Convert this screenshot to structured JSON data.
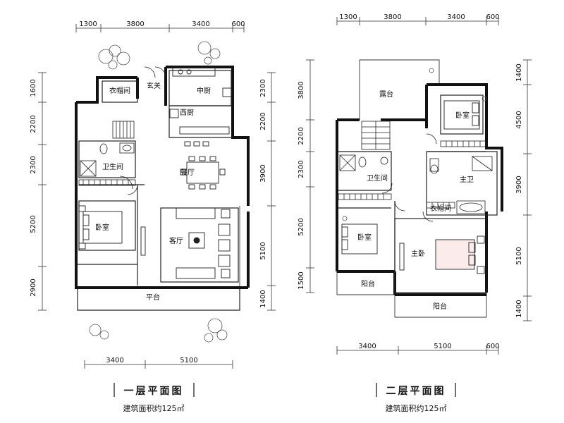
{
  "floor1": {
    "top_dims": [
      "1300",
      "3800",
      "3400",
      "600"
    ],
    "bottom_dims": [
      "3400",
      "5100"
    ],
    "left_dims": [
      "1600",
      "2200",
      "2300",
      "5200",
      "2900"
    ],
    "right_dims": [
      "2300",
      "2200",
      "3900",
      "5100",
      "1400"
    ],
    "rooms": {
      "closet": "衣帽间",
      "foyer": "玄关",
      "chinese_kitchen": "中厨",
      "western_kitchen": "西厨",
      "bathroom": "卫生间",
      "dining": "餐厅",
      "bedroom": "卧室",
      "living": "客厅",
      "terrace": "平台"
    },
    "title": "一层平面图",
    "area": "建筑面积约125㎡"
  },
  "floor2": {
    "top_dims": [
      "1300",
      "3800",
      "3400",
      "600"
    ],
    "bottom_dims": [
      "3400",
      "5100",
      "600"
    ],
    "left_dims": [
      "3800",
      "2200",
      "2300",
      "5200",
      "1500"
    ],
    "right_dims": [
      "1400",
      "4500",
      "3900",
      "5100",
      "1400"
    ],
    "rooms": {
      "open_terrace": "露台",
      "bedroom_ne": "卧室",
      "bathroom": "卫生间",
      "master_bath": "主卫",
      "closet": "衣帽间",
      "bedroom_sw": "卧室",
      "master_bedroom": "主卧",
      "balcony_w": "阳台",
      "balcony_s": "阳台"
    },
    "title": "二层平面图",
    "area": "建筑面积约125㎡"
  },
  "colors": {
    "wall": "#111111",
    "line": "#333333",
    "accent_pink": "#f3c7c7"
  }
}
